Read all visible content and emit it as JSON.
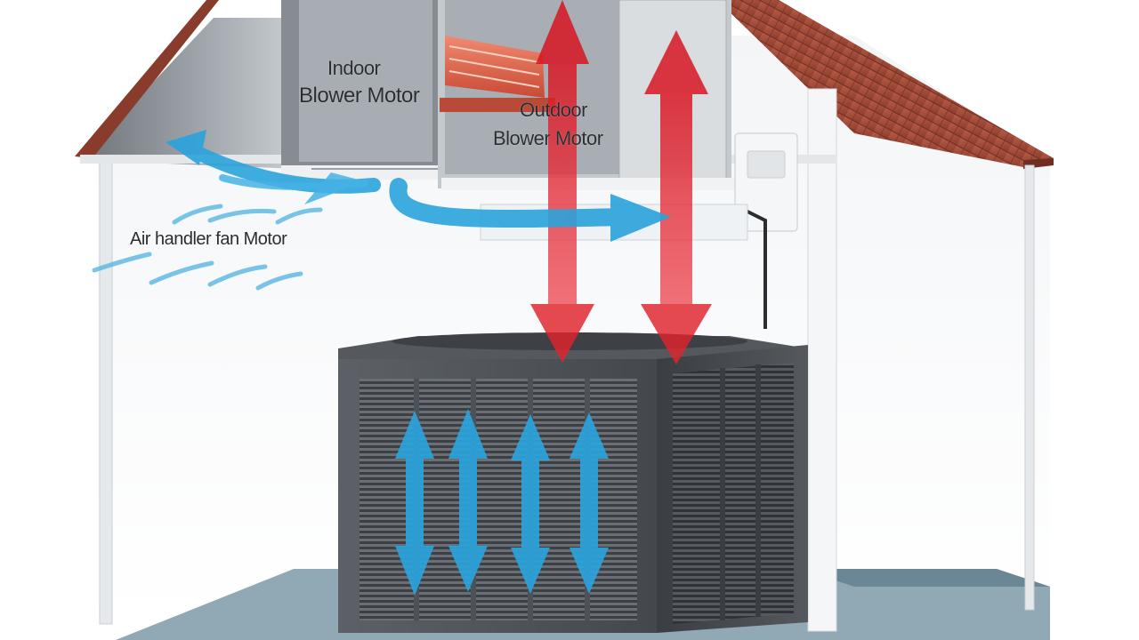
{
  "labels": {
    "indoor_line1": "Indoor",
    "indoor_line2": "Blower Motor",
    "outdoor_line1": "Outdoor",
    "outdoor_line2": "Blower Motor",
    "air_handler": "Air handler fan Motor"
  },
  "colors": {
    "roof": "#a4513f",
    "warm_arrow": "#e0232b",
    "cool_arrow": "#2aa3dc",
    "unit_body": "#4d5258",
    "floor": "#7e9aa8",
    "wall_frame": "#dfe3e6"
  }
}
